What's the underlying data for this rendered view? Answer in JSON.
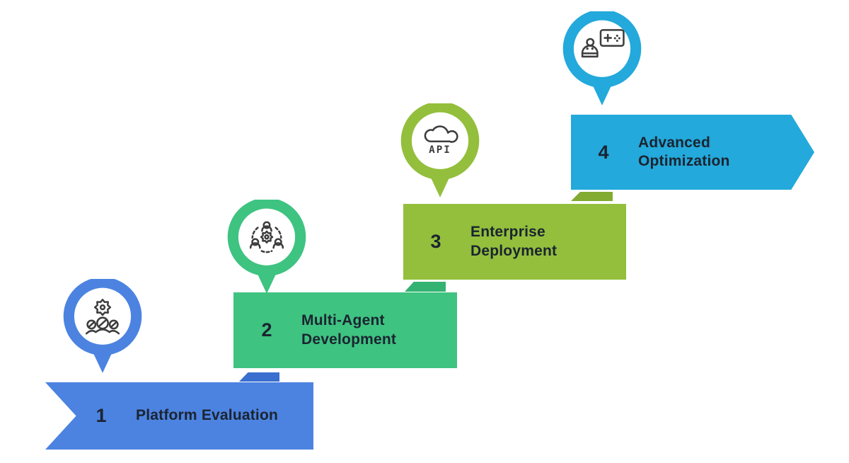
{
  "diagram": {
    "type": "staircase-process",
    "background": "#ffffff",
    "text_color": "#1b2430",
    "icon_stroke": "#3d3d3d",
    "steps": [
      {
        "number": "1",
        "label_lines": [
          "Platform Evaluation"
        ],
        "color": "#4c83e1",
        "tab_color": "#3a6fd0",
        "icon": "team-settings-icon"
      },
      {
        "number": "2",
        "label_lines": [
          "Multi-Agent",
          "Development"
        ],
        "color": "#3ec381",
        "tab_color": "#33b272",
        "icon": "multi-agent-network-icon"
      },
      {
        "number": "3",
        "label_lines": [
          "Enterprise",
          "Deployment"
        ],
        "color": "#93bf3c",
        "tab_color": "#82ab32",
        "icon": "api-cloud-icon",
        "icon_text": "API"
      },
      {
        "number": "4",
        "label_lines": [
          "Advanced",
          "Optimization"
        ],
        "color": "#23a9db",
        "icon": "ai-presentation-icon"
      }
    ]
  }
}
